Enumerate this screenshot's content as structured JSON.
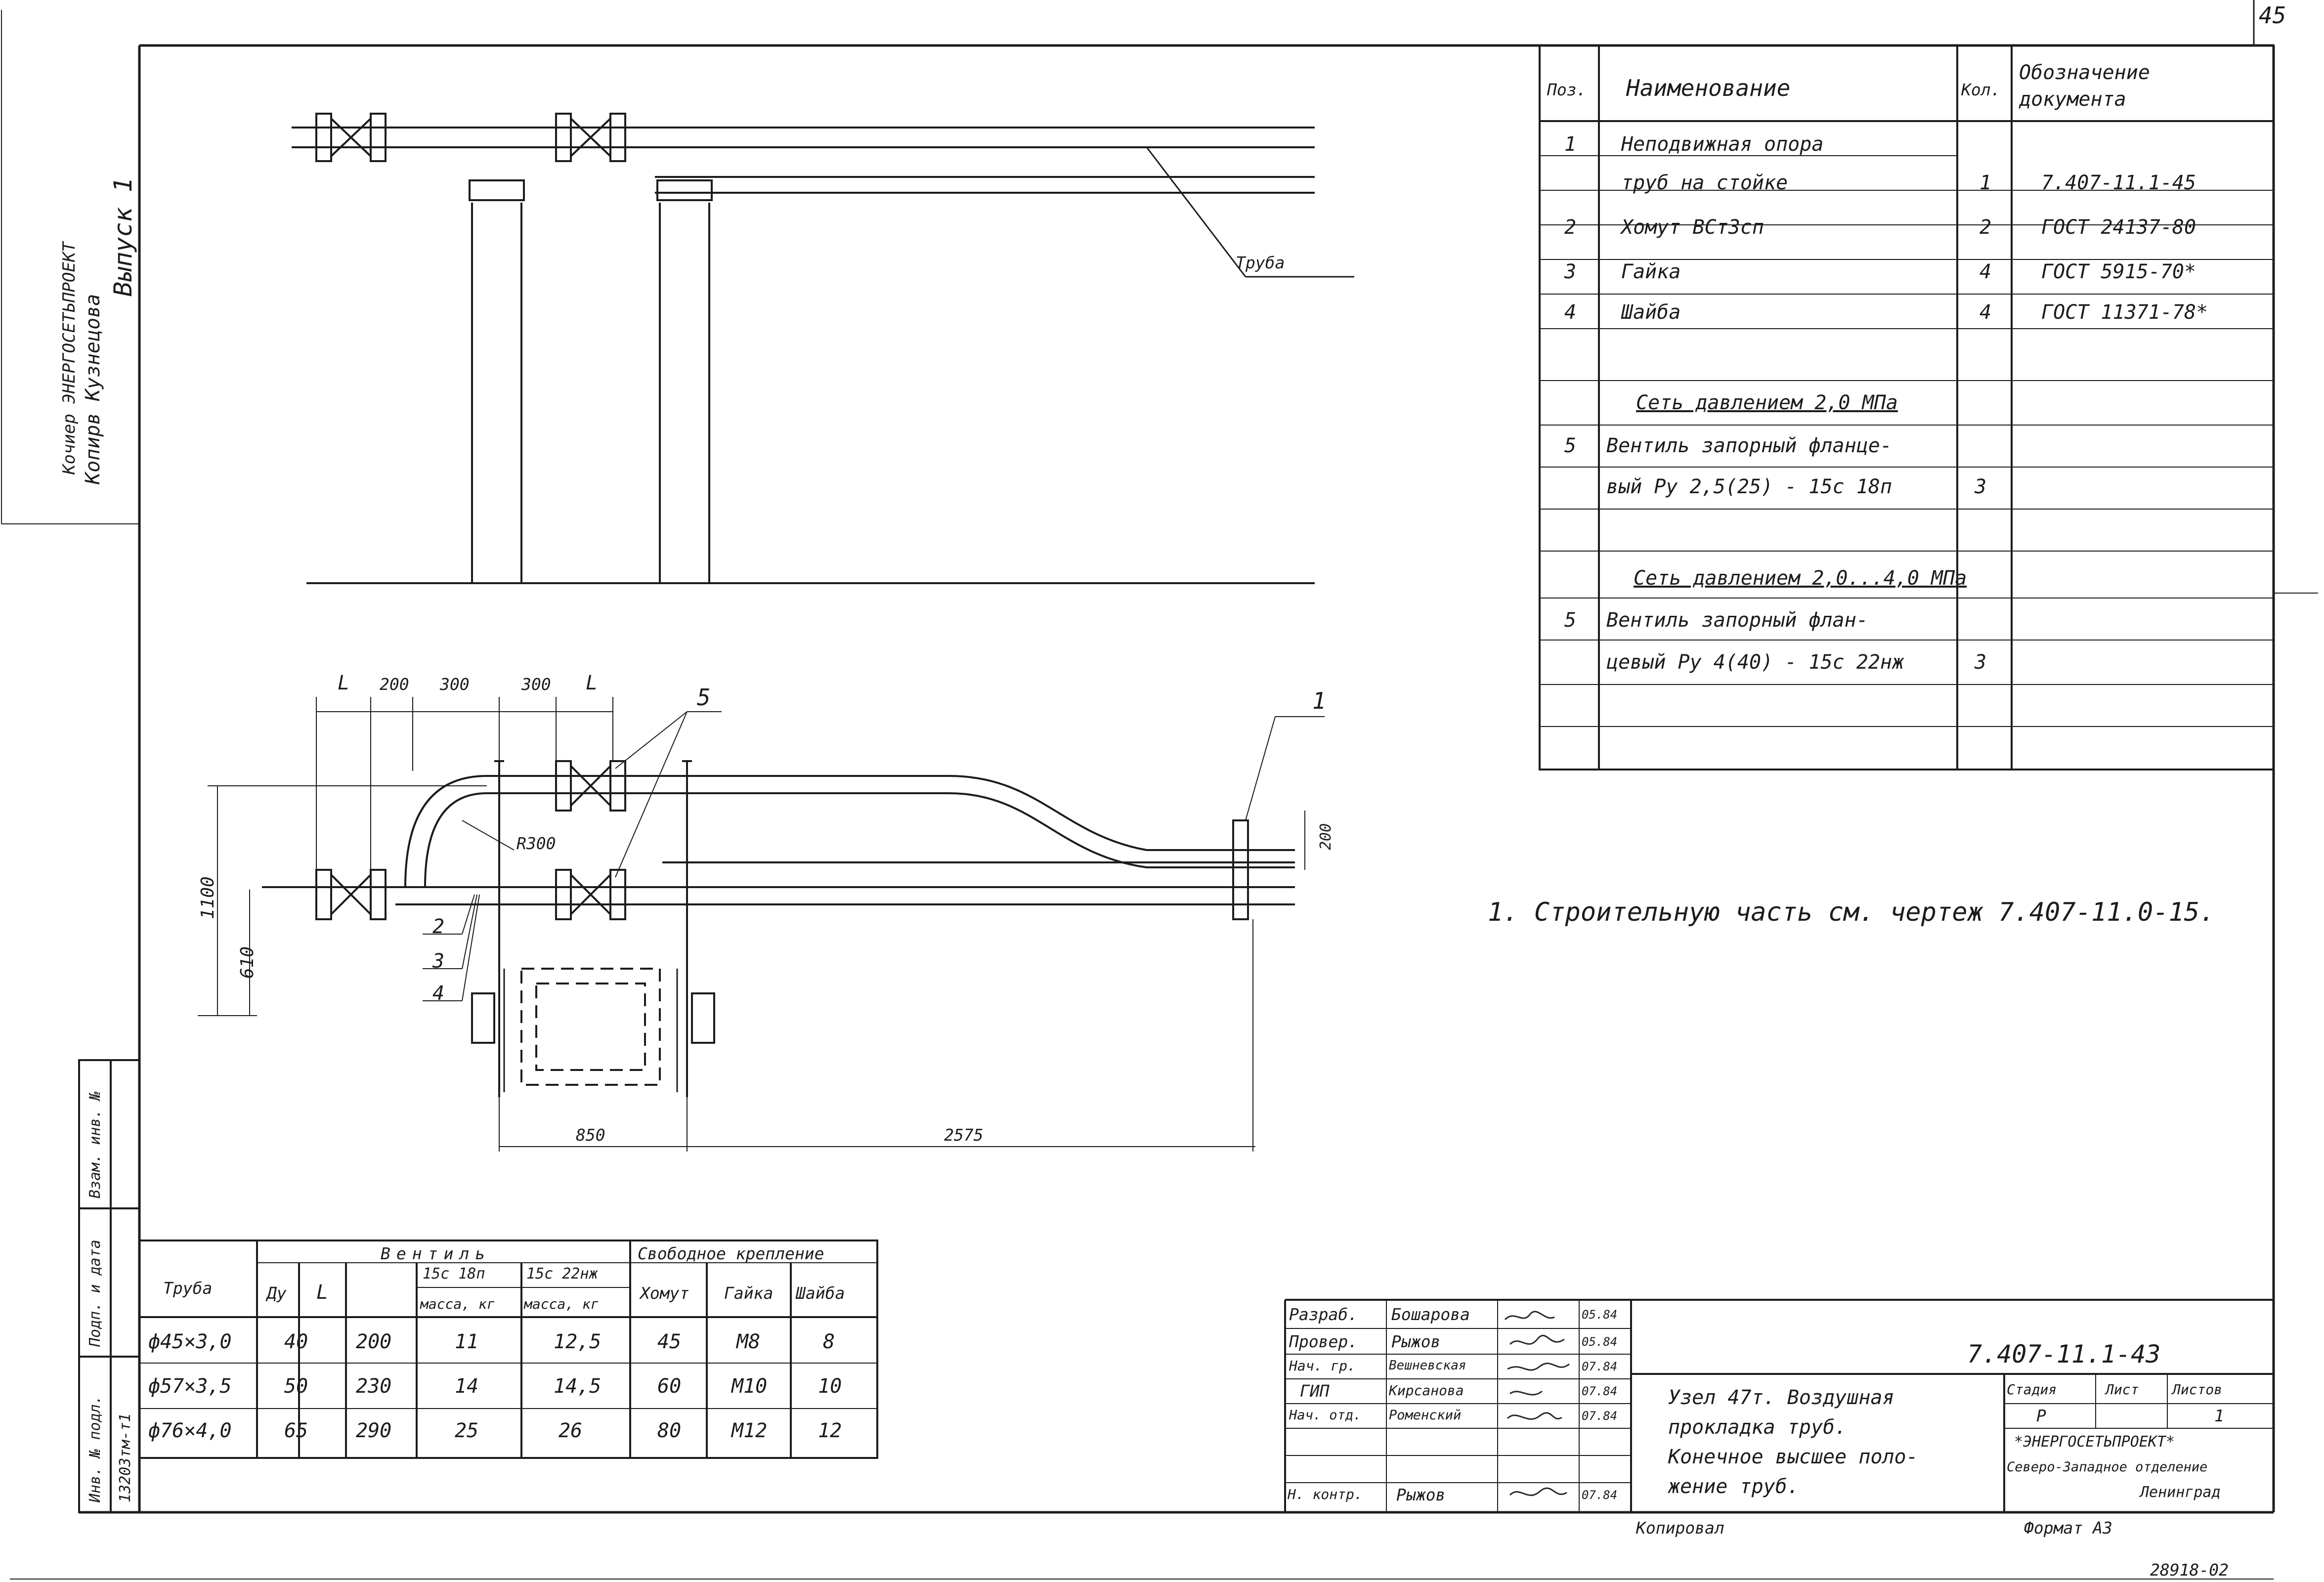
{
  "page_number": "45",
  "side_label": {
    "issue": "Выпуск 1",
    "org": "Кочиер ЭНЕРГОСЕТЬПРОЕКТ",
    "signers": "Копирв Кузнецова"
  },
  "drawing_labels": {
    "pipe_top": "Труба",
    "dim_L_left": "L",
    "dim_200": "200",
    "dim_300_a": "300",
    "dim_300_b": "300",
    "dim_L_right": "L",
    "callout_5": "5",
    "callout_1": "1",
    "radius": "R300",
    "dim_1100": "1100",
    "dim_610": "610",
    "callout_2": "2",
    "callout_3": "3",
    "callout_4": "4",
    "dim_200_right": "200",
    "dim_850": "850",
    "dim_2575": "2575"
  },
  "note": "1. Строительную часть см. чертеж 7.407-11.0-15.",
  "spec_table": {
    "headers": [
      "Поз.",
      "Наименование",
      "Кол.",
      "Обозначение документа"
    ],
    "rows": [
      {
        "pos": "1",
        "name": "Неподвижная опора",
        "qty": "",
        "doc": ""
      },
      {
        "pos": "",
        "name": "труб на стойке",
        "qty": "1",
        "doc": "7.407-11.1-45"
      },
      {
        "pos": "2",
        "name": "Хомут  ВСт3сп",
        "qty": "2",
        "doc": "ГОСТ 24137-80"
      },
      {
        "pos": "3",
        "name": "Гайка",
        "qty": "4",
        "doc": "ГОСТ 5915-70*"
      },
      {
        "pos": "4",
        "name": "Шайба",
        "qty": "4",
        "doc": "ГОСТ 11371-78*"
      },
      {
        "pos": "",
        "name": "",
        "qty": "",
        "doc": ""
      },
      {
        "pos": "",
        "name": "Сеть давлением 2,0 МПа",
        "qty": "",
        "doc": ""
      },
      {
        "pos": "5",
        "name": "Вентиль запорный фланце-",
        "qty": "",
        "doc": ""
      },
      {
        "pos": "",
        "name": "вый Ру 2,5(25) - 15с 18п",
        "qty": "3",
        "doc": ""
      },
      {
        "pos": "",
        "name": "",
        "qty": "",
        "doc": ""
      },
      {
        "pos": "",
        "name": "Сеть давлением 2,0...4,0 МПа",
        "qty": "",
        "doc": ""
      },
      {
        "pos": "5",
        "name": "Вентиль запорный флан-",
        "qty": "",
        "doc": ""
      },
      {
        "pos": "",
        "name": "цевый Ру 4(40) - 15с 22нж",
        "qty": "3",
        "doc": ""
      },
      {
        "pos": "",
        "name": "",
        "qty": "",
        "doc": ""
      },
      {
        "pos": "",
        "name": "",
        "qty": "",
        "doc": ""
      }
    ]
  },
  "valve_table": {
    "group_valve": "Вентиль",
    "group_fix": "Свободное крепление",
    "col_pipe": "Труба",
    "col_du": "Ду",
    "col_L": "L",
    "col_15c18p": "15с 18п",
    "col_15c22nzh": "15с 22нж",
    "col_mass1": "масса, кг",
    "col_mass2": "масса, кг",
    "col_clamp": "Хомут",
    "col_nut": "Гайка",
    "col_washer": "Шайба",
    "rows": [
      [
        "ф45×3,0",
        "40",
        "200",
        "11",
        "12,5",
        "45",
        "М8",
        "8"
      ],
      [
        "ф57×3,5",
        "50",
        "230",
        "14",
        "14,5",
        "60",
        "М10",
        "10"
      ],
      [
        "ф76×4,0",
        "65",
        "290",
        "25",
        "26",
        "80",
        "М12",
        "12"
      ]
    ]
  },
  "left_margin_stamp": {
    "inv_zam": "Взам. инв. №",
    "sign_date": "Подп. и дата",
    "inv_orig": "Инв. № подл.",
    "inv_value": "13203тм-т1"
  },
  "title_block": {
    "signers": [
      {
        "role": "Разраб.",
        "name": "Бошарова",
        "date": "05.84"
      },
      {
        "role": "Провер.",
        "name": "Рыжов",
        "date": "05.84"
      },
      {
        "role": "Нач. гр.",
        "name": "Вешневская",
        "date": "07.84"
      },
      {
        "role": "ГИП",
        "name": "Кирсанова",
        "date": "07.84"
      },
      {
        "role": "Нач. отд.",
        "name": "Роменский",
        "date": "07.84"
      },
      {
        "role": "",
        "name": "",
        "date": ""
      },
      {
        "role": "Н. контр.",
        "name": "Рыжов",
        "date": "07.84"
      }
    ],
    "designation": "7.407-11.1-43",
    "title_lines": [
      "Узел 47т.     Воздушная",
      "прокладка  труб.",
      "Конечное высшее поло-",
      "жение  труб."
    ],
    "stage_label": "Стадия",
    "sheet_label": "Лист",
    "sheets_label": "Листов",
    "stage": "Р",
    "sheet": "",
    "sheets": "1",
    "org_lines": [
      "*ЭНЕРГОСЕТЬПРОЕКТ*",
      "Северо-Западное отделение",
      "Ленинград"
    ]
  },
  "bottom": {
    "copied": "Копировал",
    "format": "Формат А3",
    "stamp": "28918-02"
  }
}
